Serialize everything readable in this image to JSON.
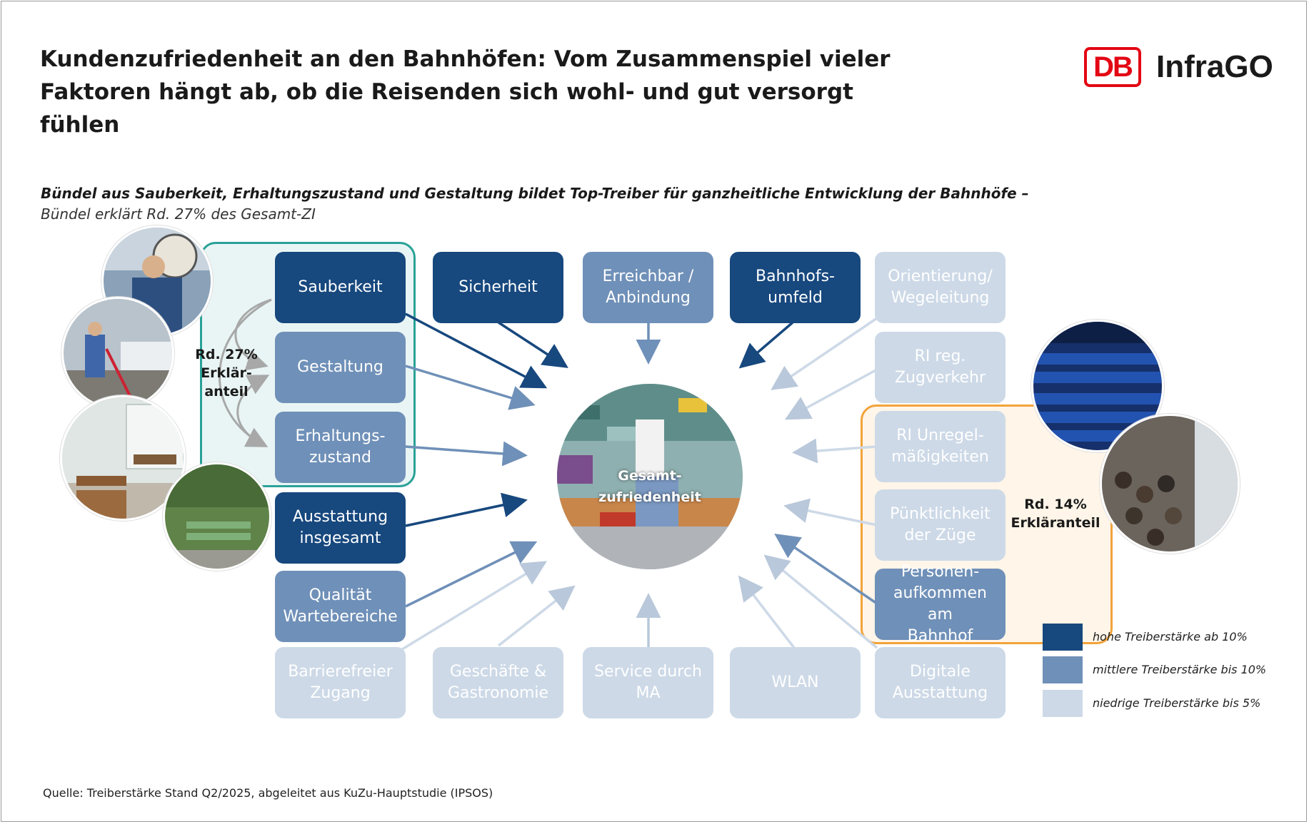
{
  "title": "Kundenzufriedenheit an den Bahnhöfen: Vom Zusammenspiel vieler Faktoren hängt ab, ob die Reisenden sich wohl- und gut versorgt fühlen",
  "logo": {
    "mark": "DB",
    "word": "InfraGO"
  },
  "subtitle": {
    "line1": "Bündel aus Sauberkeit, Erhaltungszustand und Gestaltung bildet Top-Treiber für ganzheitliche Entwicklung der Bahnhöfe –",
    "line2": "Bündel erklärt Rd. 27% des Gesamt-ZI"
  },
  "center": {
    "label": "Gesamt-\nzufriedenheit"
  },
  "bundles": {
    "left": {
      "label": "Rd. 27%\nErklär-anteil",
      "color": "#2aa198"
    },
    "right": {
      "label": "Rd. 14%\nErkläranteil",
      "color": "#f2a33a"
    }
  },
  "colors": {
    "high": "#17487e",
    "mid": "#6f90b8",
    "low": "#cdd9e7"
  },
  "drivers": {
    "sauberkeit": {
      "label": "Sauberkeit",
      "level": "high"
    },
    "gestaltung": {
      "label": "Gestaltung",
      "level": "mid"
    },
    "erhaltung": {
      "label": "Erhaltungs-\nzustand",
      "level": "mid"
    },
    "ausstattung": {
      "label": "Ausstattung\ninsgesamt",
      "level": "high"
    },
    "qualitaet": {
      "label": "Qualität\nWartebereiche",
      "level": "mid"
    },
    "barriere": {
      "label": "Barrierefreier\nZugang",
      "level": "low"
    },
    "sicherheit": {
      "label": "Sicherheit",
      "level": "high"
    },
    "erreichbar": {
      "label": "Erreichbar /\nAnbindung",
      "level": "mid"
    },
    "umfeld": {
      "label": "Bahnhofs-\numfeld",
      "level": "high"
    },
    "orientierung": {
      "label": "Orientierung/\nWegeleitung",
      "level": "low"
    },
    "geschaefte": {
      "label": "Geschäfte &\nGastronomie",
      "level": "low"
    },
    "service": {
      "label": "Service durch\nMA",
      "level": "low"
    },
    "wlan": {
      "label": "WLAN",
      "level": "low"
    },
    "digitale": {
      "label": "Digitale\nAusstattung",
      "level": "low"
    },
    "rireg": {
      "label": "RI reg.\nZugverkehr",
      "level": "low"
    },
    "riunreg": {
      "label": "RI Unregel-\nmäßigkeiten",
      "level": "low"
    },
    "puenktlich": {
      "label": "Pünktlichkeit\nder Züge",
      "level": "low"
    },
    "personen": {
      "label": "Personen-\naufkommen am\nBahnhof",
      "level": "mid"
    }
  },
  "legend": [
    {
      "label": "hohe Treiberstärke ab 10%",
      "level": "high"
    },
    {
      "label": "mittlere Treiberstärke bis 10%",
      "level": "mid"
    },
    {
      "label": "niedrige Treiberstärke bis 5%",
      "level": "low"
    }
  ],
  "source": "Quelle: Treiberstärke Stand Q2/2025, abgeleitet aus KuZu-Hauptstudie (IPSOS)",
  "photos": [
    "station-clock-worker-photo",
    "platform-cleaner-photo",
    "waiting-room-bench-photo",
    "platform-bench-photo",
    "departure-board-photo",
    "crowd-on-platform-photo"
  ]
}
